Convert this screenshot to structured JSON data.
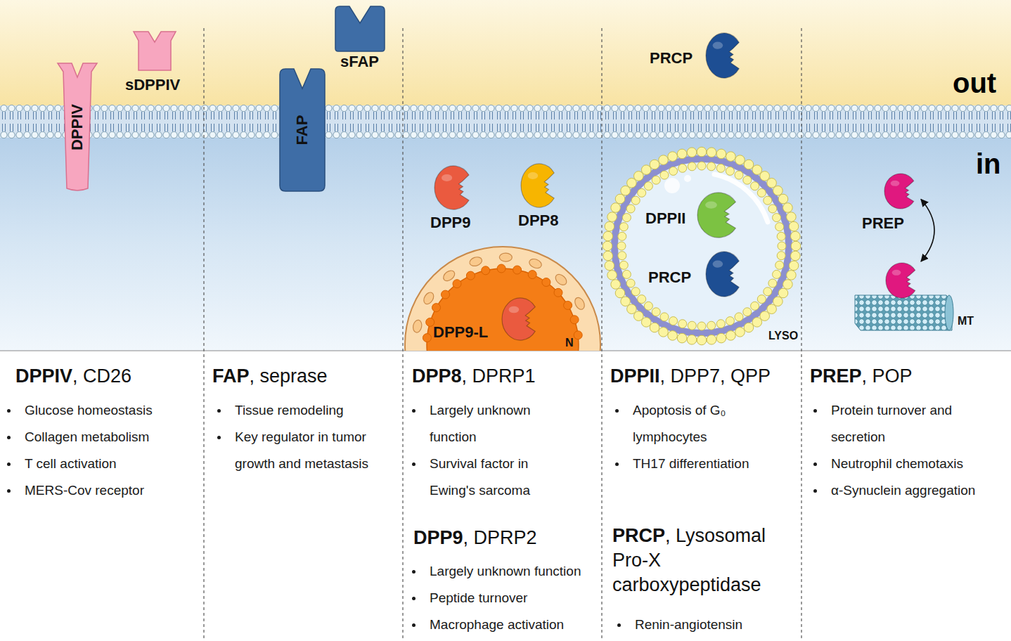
{
  "diagram": {
    "nodes": [
      {
        "text": [
          "DPPIV"
        ]
      },
      {
        "text": [
          "sDPPIV"
        ]
      },
      {
        "text": [
          "sFAP"
        ]
      },
      {
        "text": [
          "FAP"
        ]
      },
      {
        "text": [
          "PRCP"
        ]
      },
      {
        "text": [
          "DPP9"
        ]
      },
      {
        "text": [
          "DPP8"
        ]
      },
      {
        "text": [
          "N"
        ]
      },
      {
        "text": [
          "DPP9-L"
        ],
        "in": 7
      },
      {
        "text": [
          "LYSO"
        ]
      },
      {
        "text": [
          "DPPII"
        ],
        "in": 9
      },
      {
        "text": [
          "PRCP"
        ],
        "in": 9
      },
      {
        "text": [
          "PREP"
        ]
      },
      {
        "text": [
          "MT"
        ]
      }
    ],
    "edges": [
      {
        "from": 12,
        "to": 13,
        "arrow": "both"
      }
    ],
    "labels": [
      "out",
      "in",
      "DPPIV",
      ", CD26",
      "Glucose homeostasis",
      "Collagen metabolism",
      "T cell activation",
      "MERS-Cov receptor",
      "FAP",
      ", seprase",
      "Tissue remodeling",
      "Key regulator in tumor growth and metastasis",
      "DPP8",
      ", DPRP1",
      "Largely unknown function",
      "Survival factor in Ewing's sarcoma",
      "DPP9",
      ", DPRP2",
      "Largely unknown function",
      "Peptide turnover",
      "Macrophage activation",
      "DPPII",
      ", DPP7, QPP",
      "Apoptosis of G₀ lymphocytes",
      "TH17 differentiation",
      "PRCP",
      ", Lysosomal Pro-X carboxypeptidase",
      "Renin-angiotensin",
      "PREP",
      ", POP",
      "Protein turnover and secretion",
      "Neutrophil chemotaxis",
      "α-Synuclein aggregation"
    ]
  }
}
